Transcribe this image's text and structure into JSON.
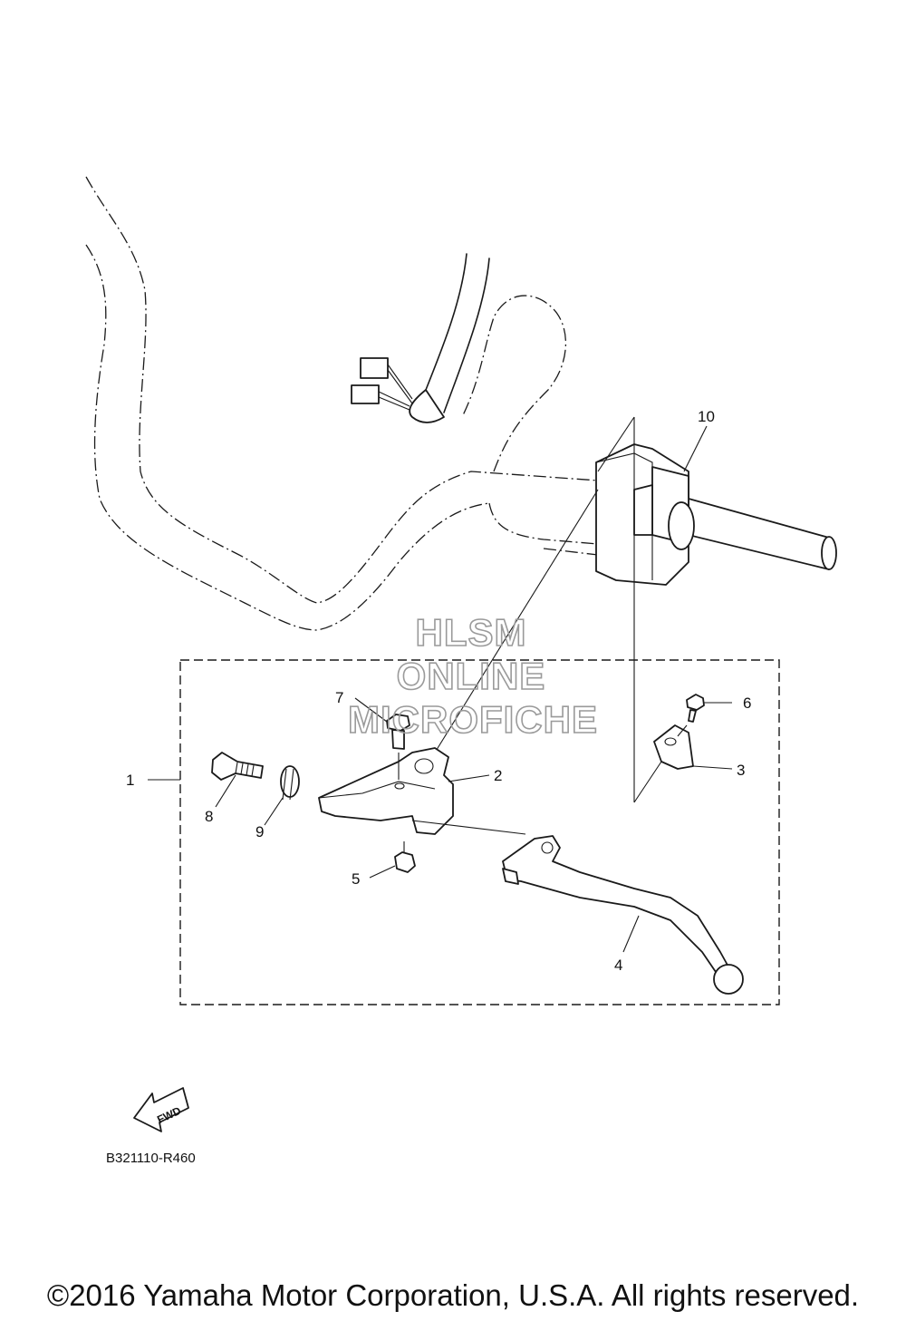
{
  "callouts": [
    "1",
    "2",
    "3",
    "4",
    "5",
    "6",
    "7",
    "8",
    "9",
    "10"
  ],
  "watermark": {
    "line1": "HLSM",
    "line2": "ONLINE",
    "line3": "MICROFICHE"
  },
  "fwd_label": "FWD",
  "diagram_code": "B321110-R460",
  "copyright": "©2016 Yamaha Motor Corporation, U.S.A. All rights reserved."
}
